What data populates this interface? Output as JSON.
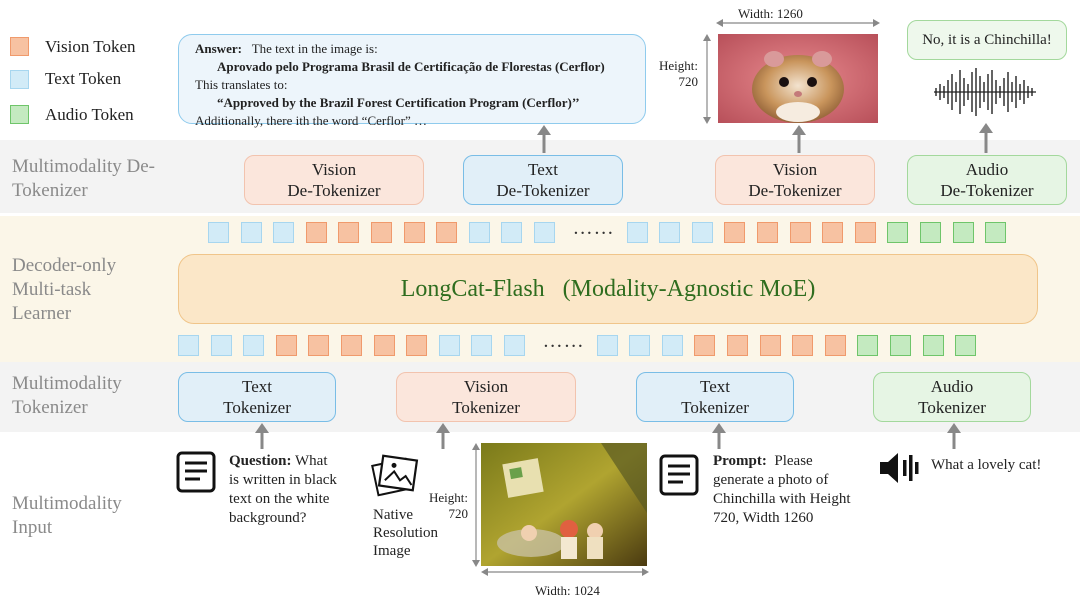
{
  "legend": [
    {
      "label": "Vision Token",
      "kind": "vision",
      "color": "#f7c2a2"
    },
    {
      "label": "Text Token",
      "kind": "text",
      "color": "#d2ebf7"
    },
    {
      "label": "Audio Token",
      "kind": "audio",
      "color": "#c4eac0"
    }
  ],
  "rows": {
    "detok": "Multimodality De-Tokenizer",
    "learner": "Decoder-only Multi-task Learner",
    "tok": "Multimodality Tokenizer",
    "input": "Multimodality Input"
  },
  "detokenizers": [
    {
      "line1": "Vision",
      "line2": "De-Tokenizer"
    },
    {
      "line1": "Text",
      "line2": "De-Tokenizer"
    },
    {
      "line1": "Vision",
      "line2": "De-Tokenizer"
    },
    {
      "line1": "Audio",
      "line2": "De-Tokenizer"
    }
  ],
  "tokenizers": [
    {
      "line1": "Text",
      "line2": "Tokenizer"
    },
    {
      "line1": "Vision",
      "line2": "Tokenizer"
    },
    {
      "line1": "Text",
      "line2": "Tokenizer"
    },
    {
      "line1": "Audio",
      "line2": "Tokenizer"
    }
  ],
  "core_label": "LongCat-Flash   (Modality-Agnostic MoE)",
  "token_rows": {
    "top": [
      "t",
      "t",
      "t",
      "v",
      "v",
      "v",
      "v",
      "v",
      "t",
      "t",
      "t",
      "DOTS",
      "t",
      "t",
      "t",
      "v",
      "v",
      "v",
      "v",
      "v",
      "a",
      "a",
      "a",
      "a"
    ],
    "bottom": [
      "t",
      "t",
      "t",
      "v",
      "v",
      "v",
      "v",
      "v",
      "t",
      "t",
      "t",
      "DOTS",
      "t",
      "t",
      "t",
      "v",
      "v",
      "v",
      "v",
      "v",
      "a",
      "a",
      "a",
      "a"
    ],
    "ellipsis": "……"
  },
  "outputs": {
    "answer": {
      "prefix": "Answer:",
      "line1": "The text in the image is:",
      "line2": "Aprovado pelo Programa Brasil de Certificação de Florestas (Cerflor)",
      "line3": "This translates to:",
      "line4": "“Approved by the Brazil Forest Certification Program (Cerflor)’’",
      "line5": "Additionally, there ith the word “Cerflor” …"
    },
    "image": {
      "width_label": "Width: 1260",
      "height_label": "Height:",
      "height_value": "720"
    },
    "audio_reply": "No, it is a Chinchilla!"
  },
  "inputs": {
    "question": {
      "prefix": "Question:",
      "text": "What is written in black text on the white background?"
    },
    "image": {
      "caption": "Native Resolution Image",
      "height_label": "Height:",
      "height_value": "720",
      "width_label": "Width: 1024"
    },
    "prompt": {
      "prefix": "Prompt:",
      "text": "Please generate a photo of Chinchilla with Height 720, Width 1260"
    },
    "audio": {
      "text": "What a lovely cat!"
    }
  }
}
